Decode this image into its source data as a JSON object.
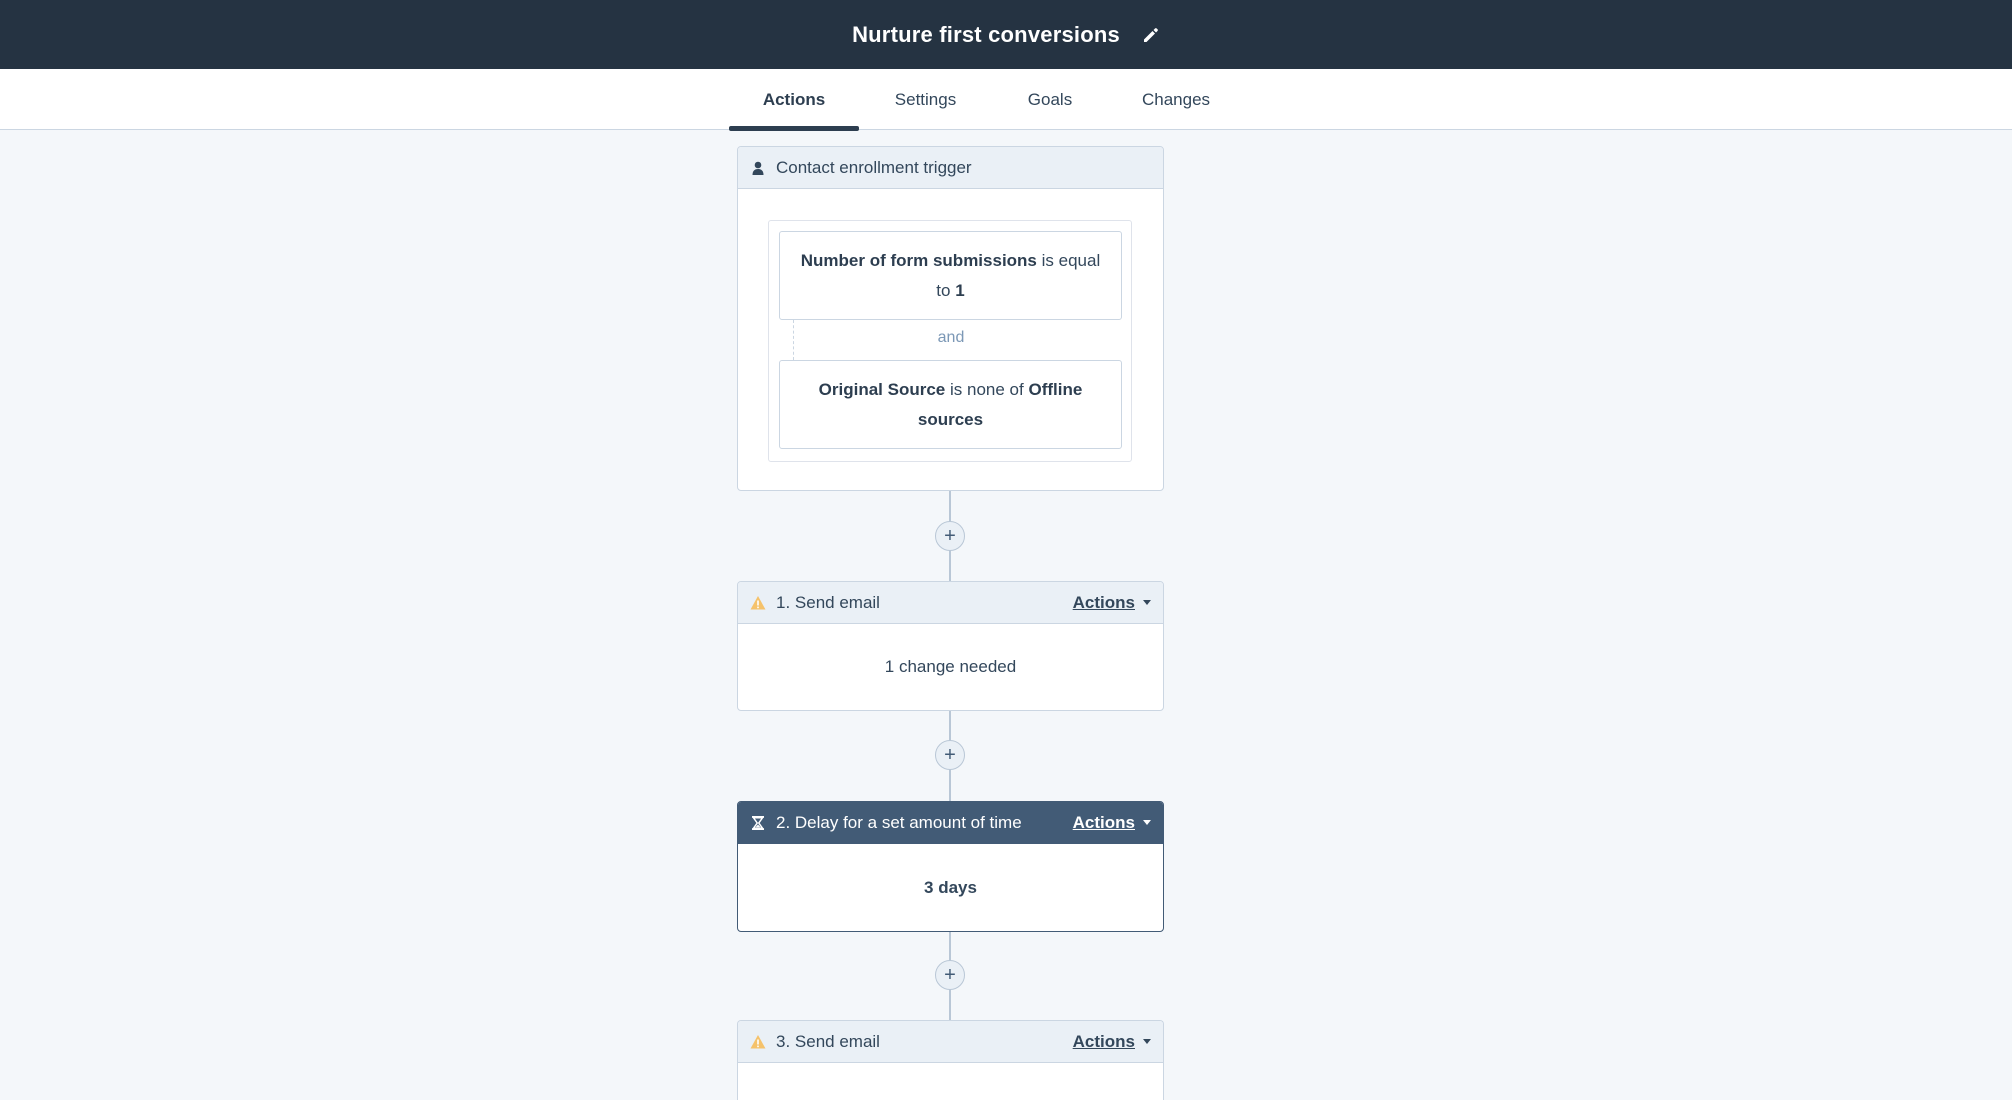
{
  "header": {
    "title": "Nurture first conversions",
    "edit_icon": "pencil-icon"
  },
  "tabs": [
    {
      "label": "Actions",
      "active": true
    },
    {
      "label": "Settings",
      "active": false
    },
    {
      "label": "Goals",
      "active": false
    },
    {
      "label": "Changes",
      "active": false
    }
  ],
  "trigger": {
    "header_label": "Contact enrollment trigger",
    "icon": "contact-icon",
    "filters": [
      {
        "property": "Number of form submissions",
        "operator": "is equal to",
        "value": "1"
      },
      {
        "property": "Original Source",
        "operator": "is none of",
        "value": "Offline sources"
      }
    ],
    "joiner": "and"
  },
  "add_button": "+",
  "steps": [
    {
      "label": "1. Send email",
      "icon": "warning-icon",
      "actions_label": "Actions",
      "body": "1 change needed",
      "header_style": "light"
    },
    {
      "label": "2. Delay for a set amount of time",
      "icon": "hourglass-icon",
      "actions_label": "Actions",
      "body": "3 days",
      "header_style": "dark"
    },
    {
      "label": "3. Send email",
      "icon": "warning-icon",
      "actions_label": "Actions",
      "body": "",
      "header_style": "light"
    }
  ],
  "colors": {
    "topbar": "#253342",
    "canvas": "#f4f7fa",
    "warning": "#f5c26b",
    "dark_header": "#425b76"
  }
}
